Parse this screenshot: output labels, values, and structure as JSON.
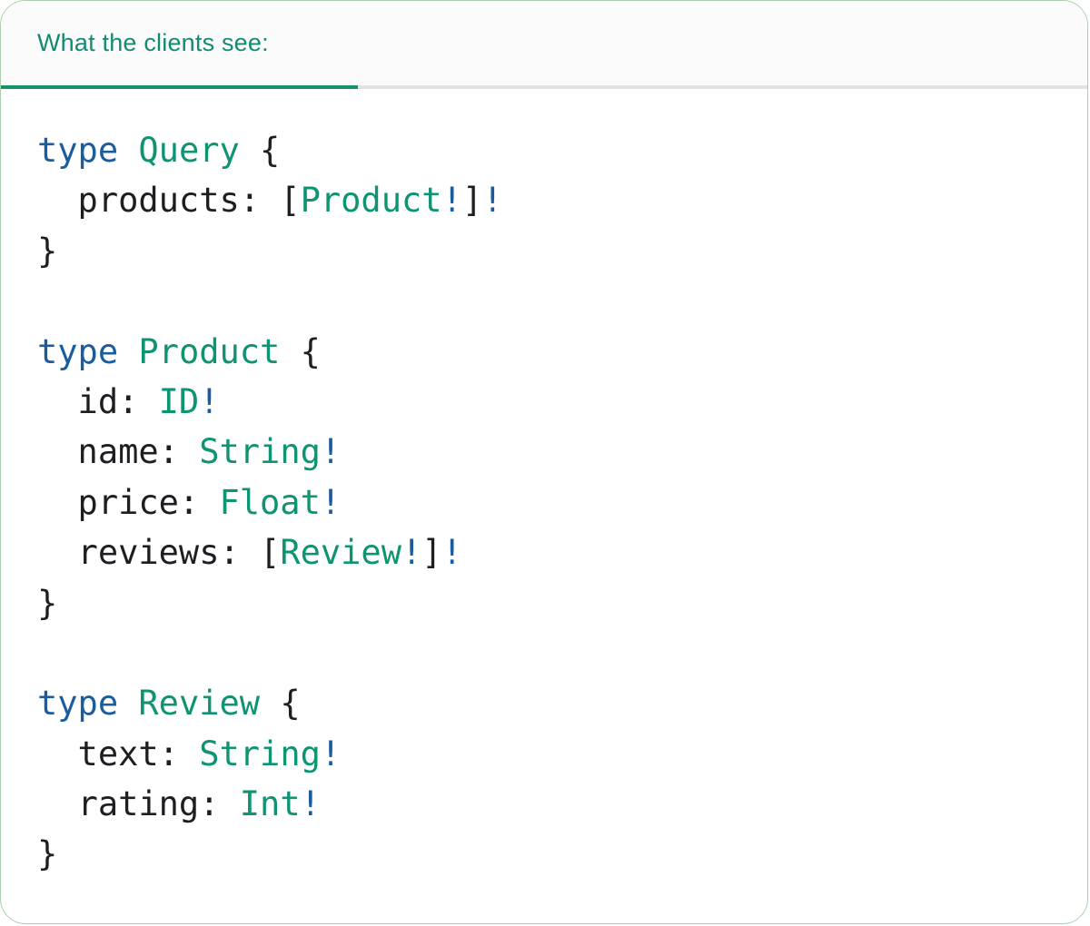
{
  "header": {
    "title": "What the clients see:"
  },
  "colors": {
    "teal": "#0E9373",
    "blue": "#1A5C9E",
    "dark": "#1C1E21",
    "title": "#148A72",
    "divider_teal": "#15936C",
    "divider_gray": "#E2E2E2",
    "header_bg": "#FBFBFB",
    "border": "#A9D0AC"
  },
  "code": {
    "language": "graphql",
    "lines": [
      [
        {
          "c": "kw",
          "v": "type"
        },
        {
          "c": "pl",
          "v": " "
        },
        {
          "c": "ty",
          "v": "Query"
        },
        {
          "c": "pl",
          "v": " {"
        }
      ],
      [
        {
          "c": "pl",
          "v": "  products: ["
        },
        {
          "c": "ty",
          "v": "Product"
        },
        {
          "c": "bg",
          "v": "!"
        },
        {
          "c": "pl",
          "v": "]"
        },
        {
          "c": "bg",
          "v": "!"
        }
      ],
      [
        {
          "c": "pl",
          "v": "}"
        }
      ],
      [],
      [
        {
          "c": "kw",
          "v": "type"
        },
        {
          "c": "pl",
          "v": " "
        },
        {
          "c": "ty",
          "v": "Product"
        },
        {
          "c": "pl",
          "v": " {"
        }
      ],
      [
        {
          "c": "pl",
          "v": "  id: "
        },
        {
          "c": "ty",
          "v": "ID"
        },
        {
          "c": "bg",
          "v": "!"
        }
      ],
      [
        {
          "c": "pl",
          "v": "  name: "
        },
        {
          "c": "ty",
          "v": "String"
        },
        {
          "c": "bg",
          "v": "!"
        }
      ],
      [
        {
          "c": "pl",
          "v": "  price: "
        },
        {
          "c": "ty",
          "v": "Float"
        },
        {
          "c": "bg",
          "v": "!"
        }
      ],
      [
        {
          "c": "pl",
          "v": "  reviews: ["
        },
        {
          "c": "ty",
          "v": "Review"
        },
        {
          "c": "bg",
          "v": "!"
        },
        {
          "c": "pl",
          "v": "]"
        },
        {
          "c": "bg",
          "v": "!"
        }
      ],
      [
        {
          "c": "pl",
          "v": "}"
        }
      ],
      [],
      [
        {
          "c": "kw",
          "v": "type"
        },
        {
          "c": "pl",
          "v": " "
        },
        {
          "c": "ty",
          "v": "Review"
        },
        {
          "c": "pl",
          "v": " {"
        }
      ],
      [
        {
          "c": "pl",
          "v": "  text: "
        },
        {
          "c": "ty",
          "v": "String"
        },
        {
          "c": "bg",
          "v": "!"
        }
      ],
      [
        {
          "c": "pl",
          "v": "  rating: "
        },
        {
          "c": "ty",
          "v": "Int"
        },
        {
          "c": "bg",
          "v": "!"
        }
      ],
      [
        {
          "c": "pl",
          "v": "}"
        }
      ]
    ]
  }
}
